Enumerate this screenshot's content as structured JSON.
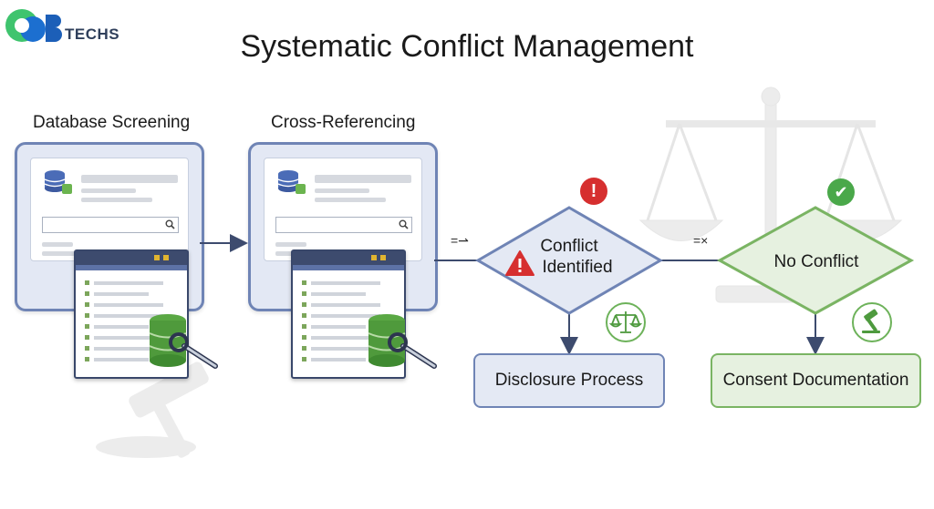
{
  "brand": {
    "logo_text": "TECHS"
  },
  "title": "Systematic Conflict Management",
  "steps": [
    {
      "label": "Database Screening"
    },
    {
      "label": "Cross-Referencing"
    }
  ],
  "decisions": {
    "conflict": {
      "line1": "Conflict",
      "line2": "Identified",
      "alert_symbol": "!",
      "arrow_note": "=⇀"
    },
    "no_conflict": {
      "label": "No Conflict",
      "check_symbol": "✔",
      "arrow_note": "=×"
    }
  },
  "outcomes": {
    "disclosure": "Disclosure Process",
    "consent": "Consent Documentation"
  },
  "colors": {
    "blue_border": "#6f84b5",
    "blue_fill": "#e4e9f4",
    "green_border": "#7ab463",
    "green_fill": "#e6f1e0",
    "alert_red": "#d62f2f",
    "check_green": "#4aa84a",
    "navy": "#39476a",
    "arrow": "#3d4b6e"
  },
  "icons": [
    "database-icon",
    "search-icon",
    "magnifier-db-icon",
    "gavel-watermark-icon",
    "scales-watermark-icon",
    "scales-icon",
    "gavel-icon",
    "alert-icon",
    "check-icon"
  ]
}
